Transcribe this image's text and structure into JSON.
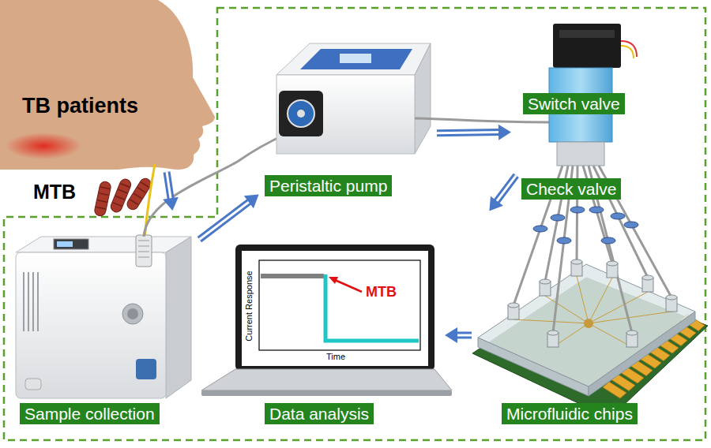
{
  "diagram": {
    "nodes": [
      {
        "text": [
          "TB patients"
        ]
      },
      {
        "text": [
          "Peristaltic pump"
        ]
      },
      {
        "text": [
          "Switch valve"
        ]
      },
      {
        "text": [
          "Check valve"
        ]
      },
      {
        "text": [
          "Sample collection"
        ]
      },
      {
        "text": [
          "Data analysis"
        ]
      },
      {
        "text": [
          "Microfluidic chips"
        ]
      }
    ],
    "edges": [
      {
        "from": 0,
        "to": 4,
        "arrow": "to"
      },
      {
        "from": 4,
        "to": 1,
        "arrow": "to"
      },
      {
        "from": 1,
        "to": 2,
        "arrow": "to"
      },
      {
        "from": 2,
        "to": 6,
        "arrow": "to"
      },
      {
        "from": 6,
        "to": 5,
        "arrow": "to"
      }
    ],
    "labels": [
      "MTB",
      "MTB",
      "Current Response",
      "Time"
    ]
  }
}
